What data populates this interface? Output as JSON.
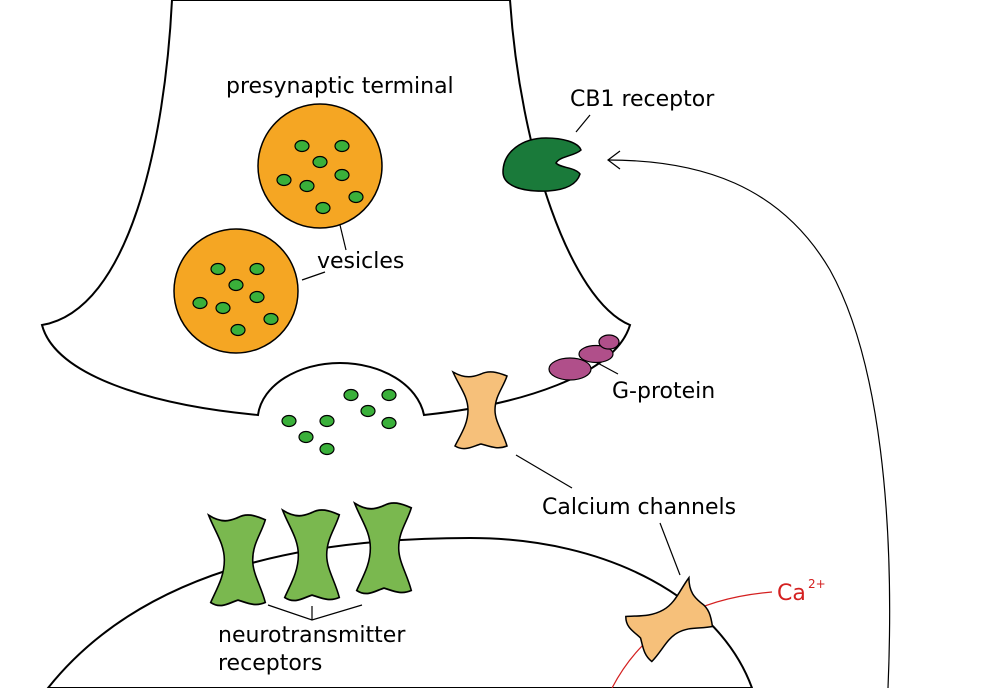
{
  "labels": {
    "presynaptic_terminal": "presynaptic terminal",
    "vesicles": "vesicles",
    "cb1_receptor": "CB1 receptor",
    "g_protein": "G-protein",
    "calcium_channels": "Calcium channels",
    "neurotransmitter_receptors_line1": "neurotransmitter",
    "neurotransmitter_receptors_line2": "receptors",
    "calcium_ion": "Ca",
    "calcium_charge": "2+"
  },
  "colors": {
    "vesicle_fill": "#f5a623",
    "neurotransmitter_fill": "#3ab03a",
    "cb1_receptor_fill": "#1a7a3a",
    "g_protein_fill": "#b04f8a",
    "calcium_channel_fill": "#f6c07a",
    "nt_receptor_fill": "#7ab84f",
    "calcium_color": "#d42020"
  }
}
